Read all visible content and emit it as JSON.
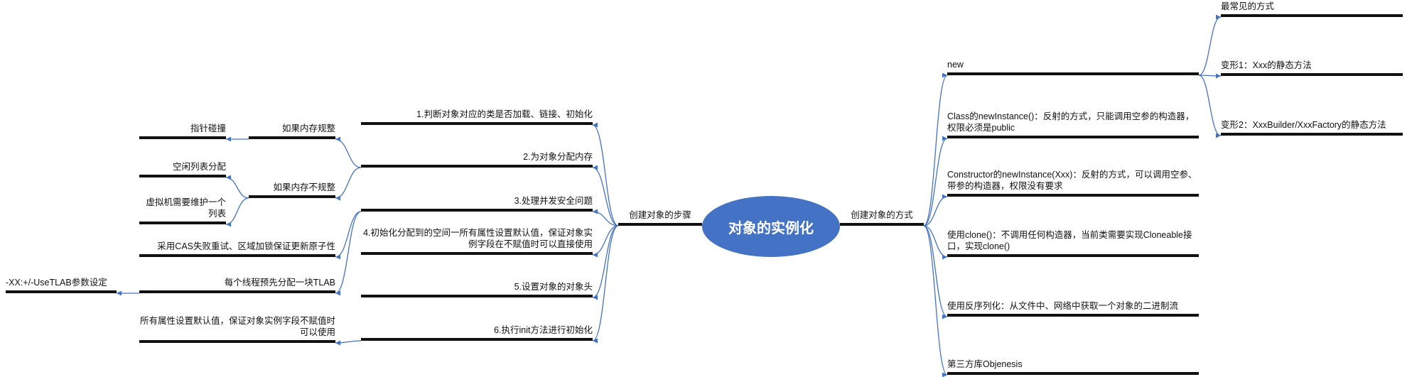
{
  "root": {
    "label": "对象的实例化"
  },
  "left_branch": {
    "label": "创建对象的步骤",
    "steps": [
      {
        "label": "1.判断对象对应的类是否加载、链接、初始化"
      },
      {
        "label": "2.为对象分配内存",
        "children": [
          {
            "label": "如果内存规整",
            "children": [
              {
                "label": "指针碰撞"
              }
            ]
          },
          {
            "label": "如果内存不规整",
            "children": [
              {
                "label": "空闲列表分配"
              },
              {
                "label": "虚拟机需要维护一个列表"
              }
            ]
          }
        ]
      },
      {
        "label": "3.处理并发安全问题",
        "children": [
          {
            "label": "采用CAS失败重试、区域加锁保证更新原子性"
          },
          {
            "label": "每个线程预先分配一块TLAB",
            "children": [
              {
                "label": "-XX:+/-UseTLAB参数设定"
              }
            ]
          }
        ]
      },
      {
        "label": "4.初始化分配到的空间一所有属性设置默认值，保证对象实例字段在不赋值时可以直接使用"
      },
      {
        "label": "5.设置对象的对象头"
      },
      {
        "label": "6.执行init方法进行初始化",
        "children": [
          {
            "label": "所有属性设置默认值，保证对象实例字段不赋值时可以使用"
          }
        ]
      }
    ]
  },
  "right_branch": {
    "label": "创建对象的方式",
    "ways": [
      {
        "label": "new",
        "children": [
          {
            "label": "最常见的方式"
          },
          {
            "label": "变形1：Xxx的静态方法"
          },
          {
            "label": "变形2：XxxBuilder/XxxFactory的静态方法"
          }
        ]
      },
      {
        "label": "Class的newInstance()：反射的方式，只能调用空参的构造器，权限必须是public"
      },
      {
        "label": "Constructor的newInstance(Xxx)：反射的方式，可以调用空参、带参的构造器，权限没有要求"
      },
      {
        "label": "使用clone()：不调用任何构造器，当前类需要实现Cloneable接口，实现clone()"
      },
      {
        "label": "使用反序列化：从文件中、网络中获取一个对象的二进制流"
      },
      {
        "label": "第三方库Objenesis"
      }
    ]
  },
  "colors": {
    "root_fill": "#4472c4",
    "connector": "#4472c4",
    "underline": "#111111"
  }
}
